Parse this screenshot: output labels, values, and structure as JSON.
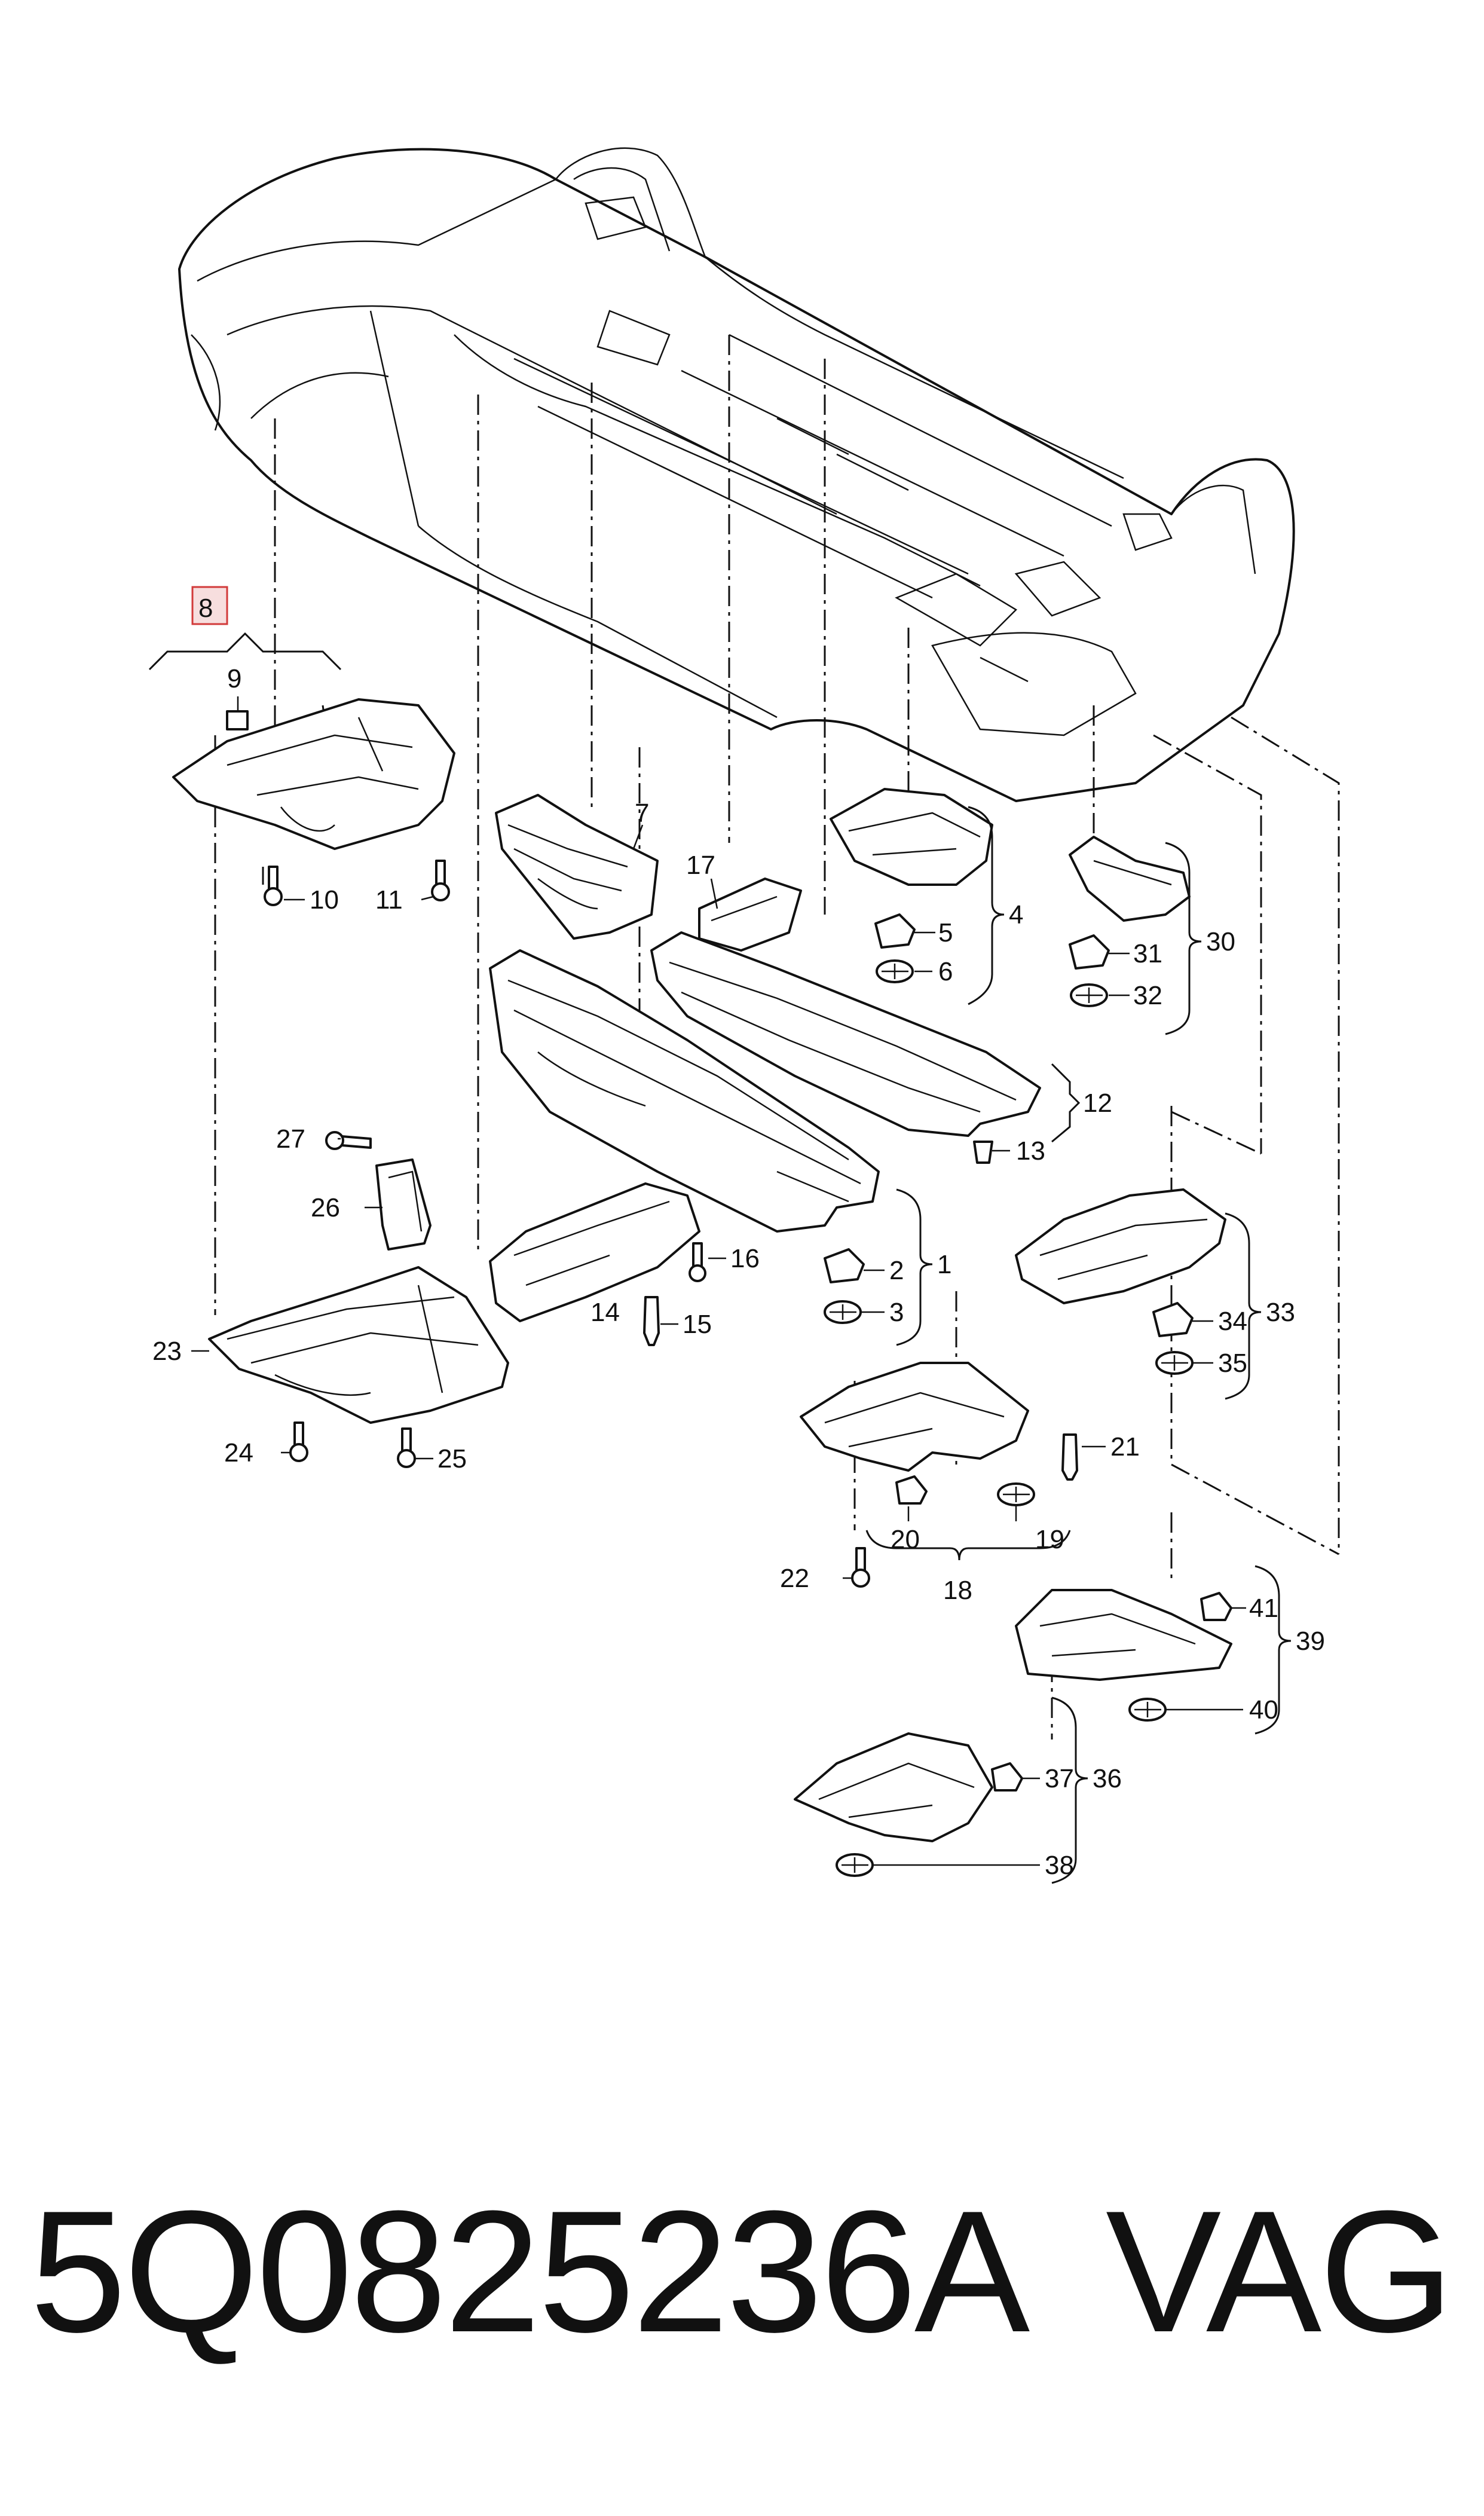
{
  "callouts": [
    {
      "id": "1",
      "text": "1"
    },
    {
      "id": "2",
      "text": "2"
    },
    {
      "id": "3",
      "text": "3"
    },
    {
      "id": "4",
      "text": "4"
    },
    {
      "id": "5",
      "text": "5"
    },
    {
      "id": "6",
      "text": "6"
    },
    {
      "id": "7",
      "text": "7"
    },
    {
      "id": "8",
      "text": "8"
    },
    {
      "id": "9",
      "text": "9"
    },
    {
      "id": "10",
      "text": "10"
    },
    {
      "id": "11",
      "text": "11"
    },
    {
      "id": "12",
      "text": "12"
    },
    {
      "id": "13",
      "text": "13"
    },
    {
      "id": "14",
      "text": "14"
    },
    {
      "id": "15",
      "text": "15"
    },
    {
      "id": "16",
      "text": "16"
    },
    {
      "id": "17",
      "text": "17"
    },
    {
      "id": "18",
      "text": "18"
    },
    {
      "id": "19",
      "text": "19"
    },
    {
      "id": "20",
      "text": "20"
    },
    {
      "id": "21",
      "text": "21"
    },
    {
      "id": "22",
      "text": "22"
    },
    {
      "id": "23",
      "text": "23"
    },
    {
      "id": "24",
      "text": "24"
    },
    {
      "id": "25",
      "text": "25"
    },
    {
      "id": "26",
      "text": "26"
    },
    {
      "id": "27",
      "text": "27"
    },
    {
      "id": "30",
      "text": "30"
    },
    {
      "id": "31",
      "text": "31"
    },
    {
      "id": "32",
      "text": "32"
    },
    {
      "id": "33",
      "text": "33"
    },
    {
      "id": "34",
      "text": "34"
    },
    {
      "id": "35",
      "text": "35"
    },
    {
      "id": "36",
      "text": "36"
    },
    {
      "id": "37",
      "text": "37"
    },
    {
      "id": "38",
      "text": "38"
    },
    {
      "id": "39",
      "text": "39"
    },
    {
      "id": "40",
      "text": "40"
    },
    {
      "id": "41",
      "text": "41"
    }
  ],
  "highlighted_callout": "8",
  "highlight_color": "#d23a3a",
  "footer": {
    "part_number": "5Q0825236A",
    "brand": "VAG"
  }
}
